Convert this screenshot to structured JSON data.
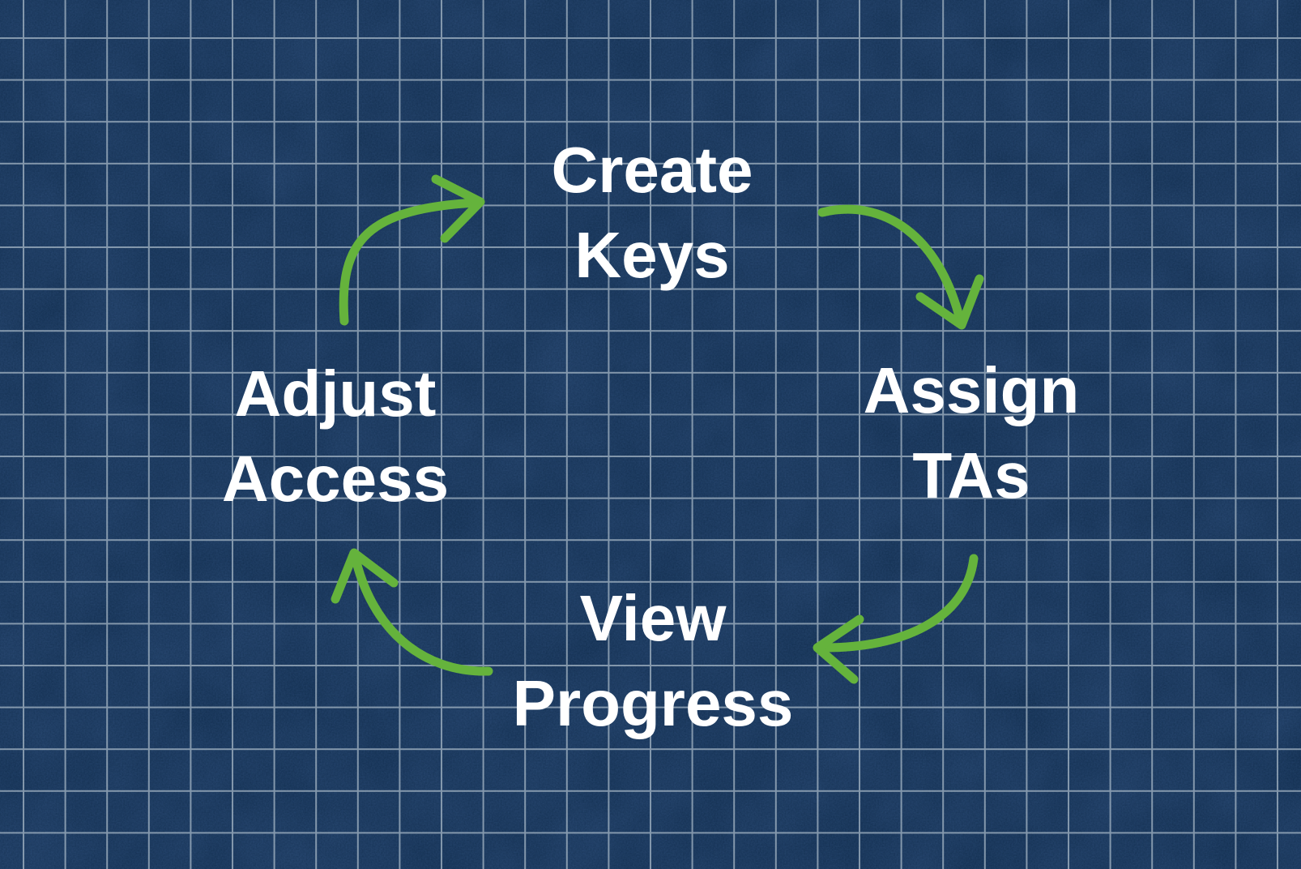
{
  "page": {
    "background_color": "#1d3c61",
    "grid_line_color": "#c2d0da",
    "arrow_color": "#65b33c",
    "text_color": "#ffffff"
  },
  "cycle": {
    "direction": "clockwise",
    "steps": [
      {
        "id": "create-keys",
        "position": "top",
        "lines": [
          "Create",
          "Keys"
        ]
      },
      {
        "id": "assign-tas",
        "position": "right",
        "lines": [
          "Assign",
          "TAs"
        ]
      },
      {
        "id": "view-progress",
        "position": "bottom",
        "lines": [
          "View",
          "Progress"
        ]
      },
      {
        "id": "adjust-access",
        "position": "left",
        "lines": [
          "Adjust",
          "Access"
        ]
      }
    ],
    "arrows": [
      {
        "id": "arrow-adjust-to-create",
        "from": "Adjust Access",
        "to": "Create Keys"
      },
      {
        "id": "arrow-create-to-assign",
        "from": "Create Keys",
        "to": "Assign TAs"
      },
      {
        "id": "arrow-assign-to-view",
        "from": "Assign TAs",
        "to": "View Progress"
      },
      {
        "id": "arrow-view-to-adjust",
        "from": "View Progress",
        "to": "Adjust Access"
      }
    ]
  }
}
